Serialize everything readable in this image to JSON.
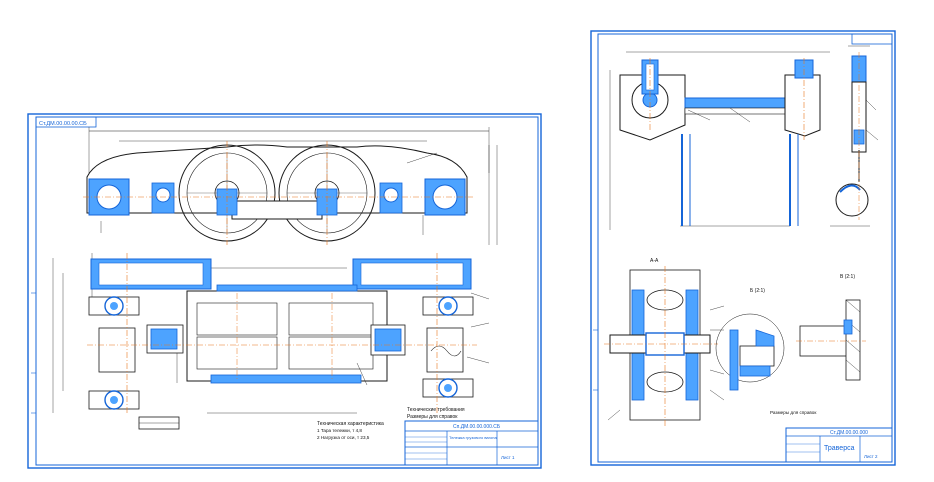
{
  "colors": {
    "frame": "#1565d8",
    "line": "#1a1a1a",
    "center": "#e8771e",
    "fill": "#4da3ff",
    "paper": "#ffffff"
  },
  "left_sheet": {
    "stamp_code": "Ст.ДМ.00.00.00.СБ",
    "drawing_code": "Сп.ДМ.00.00.000.СБ",
    "title": "Тележка грузового вагона",
    "sheet_label": "Лист 1",
    "notes_heading": "Техническая характеристика",
    "notes": [
      "1 Тара тележки, т 4,8",
      "2 Нагрузка от оси, т 23,5"
    ],
    "requirements": "Технические требования",
    "requirements_note": "Размеры для справок"
  },
  "right_sheet": {
    "stamp_code": "Ст.ДМ.00.00.000",
    "title": "Траверса",
    "sheet_label": "Лист 2",
    "section_labels": [
      "А-А",
      "Б (2:1)",
      "В (2:1)"
    ],
    "note": "Размеры для справок"
  }
}
